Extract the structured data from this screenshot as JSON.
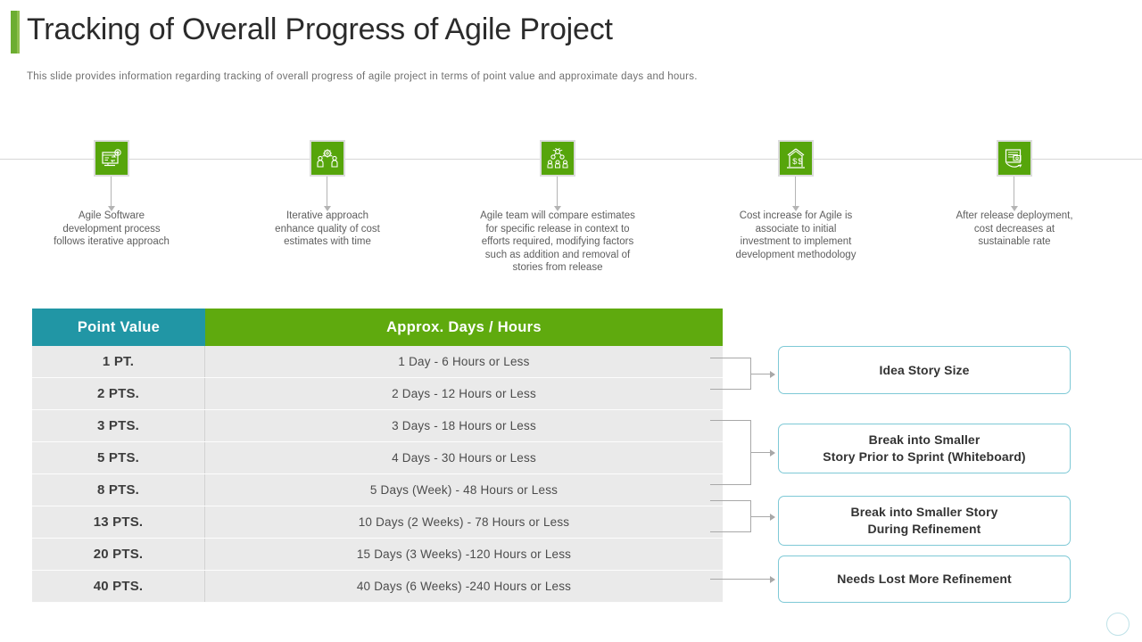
{
  "header": {
    "title": "Tracking of Overall Progress of Agile Project",
    "subtitle": "This slide provides  information  regarding  tracking of overall  progress  of agile project in terms of point value  and approximate  days and hours."
  },
  "colors": {
    "accent_green": "#6cad31",
    "header_teal": "#2196a5",
    "header_green": "#5faa0e",
    "icon_green": "#56a50b",
    "callout_border": "#7ec9d6",
    "row_bg": "#eaeaea"
  },
  "timeline": {
    "nodes": [
      {
        "icon": "monitor-settings-icon",
        "caption": "Agile Software\ndevelopment  process\nfollows  iterative  approach"
      },
      {
        "icon": "team-gear-icon",
        "caption": "Iterative  approach\nenhance quality of cost\nestimates with time"
      },
      {
        "icon": "team-growth-icon",
        "caption": "Agile team will compare estimates\nfor specific release in context to\nefforts required, modifying factors\nsuch as addition and removal of\nstories from release"
      },
      {
        "icon": "cost-investment-icon",
        "caption": "Cost increase for Agile is\nassociate to initial\ninvestment to implement\ndevelopment methodology"
      },
      {
        "icon": "document-money-icon",
        "caption": "After  release deployment,\ncost decreases at\nsustainable rate"
      }
    ]
  },
  "table": {
    "columns": [
      "Point Value",
      "Approx. Days / Hours"
    ],
    "rows": [
      {
        "point_value": "1 PT.",
        "days_hours": "1 Day - 6 Hours or Less"
      },
      {
        "point_value": "2 PTS.",
        "days_hours": "2 Days - 12 Hours or Less"
      },
      {
        "point_value": "3 PTS.",
        "days_hours": "3 Days - 18 Hours or Less"
      },
      {
        "point_value": "5 PTS.",
        "days_hours": "4 Days - 30 Hours or Less"
      },
      {
        "point_value": "8 PTS.",
        "days_hours": "5 Days (Week) - 48 Hours or Less"
      },
      {
        "point_value": "13 PTS.",
        "days_hours": "10 Days (2 Weeks) - 78 Hours or Less"
      },
      {
        "point_value": "20 PTS.",
        "days_hours": "15 Days (3 Weeks) -120 Hours or Less"
      },
      {
        "point_value": "40 PTS.",
        "days_hours": "40 Days (6 Weeks) -240 Hours or Less"
      }
    ]
  },
  "callouts": [
    {
      "label": "Idea Story Size"
    },
    {
      "label": "Break into  Smaller\nStory Prior to Sprint (Whiteboard)"
    },
    {
      "label": "Break into  Smaller Story\nDuring Refinement"
    },
    {
      "label": "Needs Lost More Refinement"
    }
  ]
}
